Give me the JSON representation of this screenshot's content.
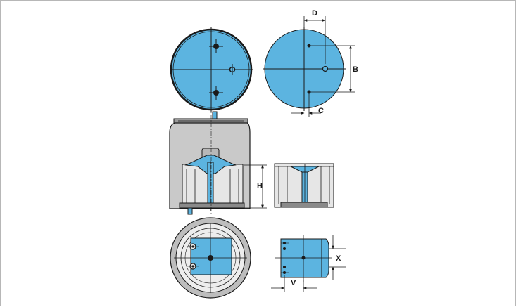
{
  "diagram": {
    "colors": {
      "part_fill": "#5cb4e0",
      "bellow_fill": "#c9c9c9",
      "piston_fill": "#e6e6e6",
      "line": "#1a1a1a",
      "border": "#b7b7b7"
    },
    "dimension_labels": {
      "D": "D",
      "B": "B",
      "C": "C",
      "H": "H",
      "X": "X",
      "V": "V"
    }
  }
}
